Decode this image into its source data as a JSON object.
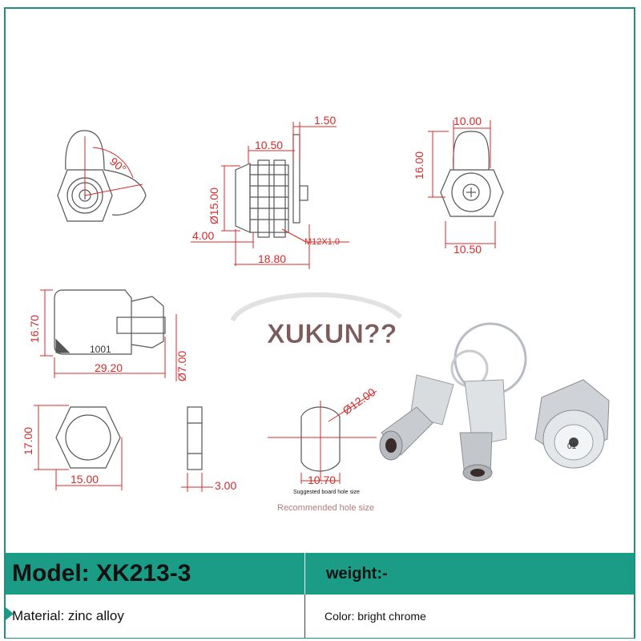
{
  "watermark": {
    "text": "XUKUN??"
  },
  "drawing": {
    "angle_label": "90°",
    "dims": {
      "flange": "1.50",
      "body_len": "10.50",
      "dia15": "Ø15.00",
      "d400": "4.00",
      "thread": "M12X1.0",
      "total": "18.80",
      "cam_w_top": "10.00",
      "cam_h": "16.00",
      "cam_w_bot": "10.50",
      "key_h": "16.70",
      "key_len": "29.20",
      "key_dia": "Ø7.00",
      "key_number": "1001",
      "nut_h": "17.00",
      "nut_w": "15.00",
      "nut_t": "3.00",
      "hole_dia": "Ø12.00",
      "hole_flat": "10.70"
    },
    "key_stamp": "01",
    "hole_note_en": "Suggested board hole size",
    "hole_note_cn": "Recommended hole size"
  },
  "specs": {
    "model": "Model: XK213-3",
    "weight": "weight:-",
    "material": "Material: zinc alloy",
    "color": "Color: bright chrome"
  },
  "colors": {
    "accent": "#1b9c86",
    "dimension": "#d42a2a",
    "frame": "#1f8f84"
  }
}
